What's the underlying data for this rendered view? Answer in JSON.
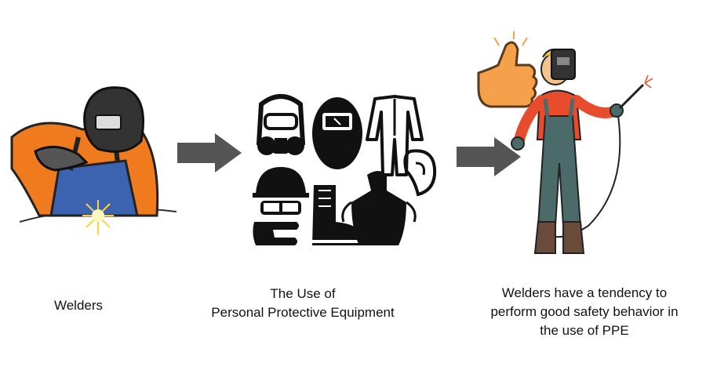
{
  "colors": {
    "orange": "#f07a1e",
    "blue_overall": "#3b63b0",
    "arrow_gray": "#555555",
    "worker_red": "#e74c2c",
    "worker_overall": "#4b6b6b",
    "ppe_black": "#111111"
  },
  "steps": [
    {
      "caption_lines": [
        "Welders"
      ],
      "icon": "welder-with-mask-icon"
    },
    {
      "caption_lines": [
        "The Use of",
        "Personal Protective Equipment"
      ],
      "icon_group": [
        "respirator-icon",
        "welding-helmet-icon",
        "coverall-suit-icon",
        "hard-hat-goggles-icon",
        "safety-boot-icon",
        "apron-icon",
        "glove-icon",
        "ear-protection-icon"
      ]
    },
    {
      "caption_lines": [
        "Welders have a tendency to",
        "perform good safety behavior in",
        "the use of PPE"
      ],
      "icon": "thumbs-up-welder-icon"
    }
  ],
  "arrows": [
    "right-arrow-icon",
    "right-arrow-icon"
  ]
}
